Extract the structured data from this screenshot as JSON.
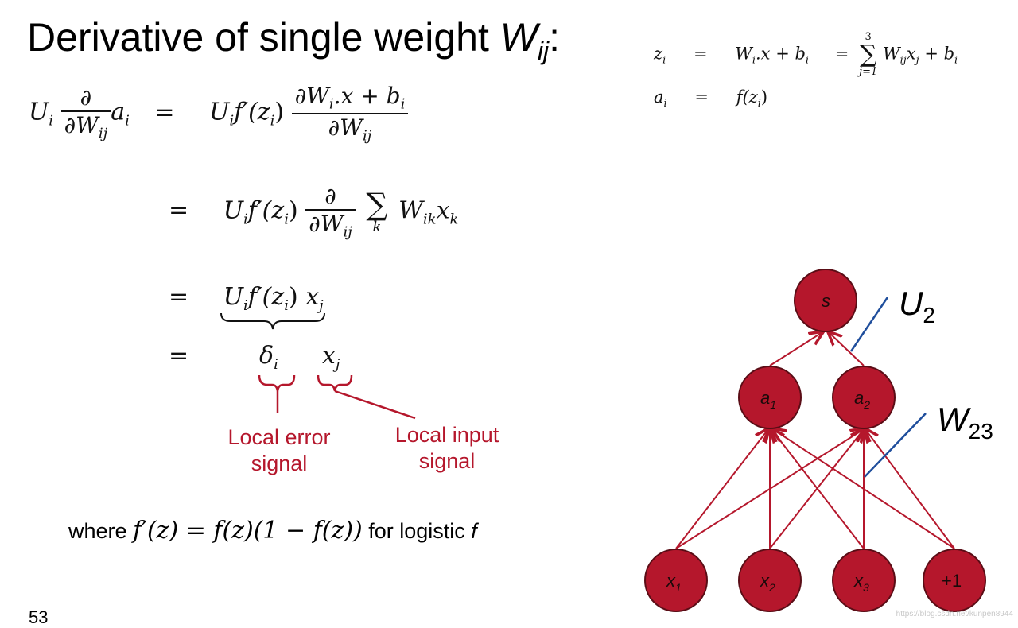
{
  "title": {
    "prefix": "Derivative of single weight ",
    "var": "W",
    "sub": "ij",
    "suffix": ":"
  },
  "definitions": {
    "z_lhs": "z",
    "z_lhs_sub": "i",
    "z_rhs1": "W",
    "z_rhs1_rest": ".x + b",
    "z_sum_top": "3",
    "z_sum_bottom": "j=1",
    "z_rhs2": "W",
    "z_rhs2_rest": "x",
    "a_lhs": "a",
    "a_rhs": "f(z",
    "eq": "="
  },
  "derivation": {
    "eq": "=",
    "line1_lhs_U": "U",
    "partial": "∂",
    "dW": "∂W",
    "a": "a",
    "Uf": "U",
    "fprime": "f′(z",
    "line1_num": "∂W",
    "line1_num_rest": ".x + b",
    "line2_sum": "∑",
    "line2_sum_sub": "k",
    "line2_term": "W",
    "line2_term_x": "x",
    "x": "x",
    "delta": "δ"
  },
  "annotations": {
    "local_error": "Local error\nsignal",
    "local_input": "Local input\nsignal"
  },
  "footnote": {
    "where": "where ",
    "formula": "f′(z) = f(z)(1 − f(z))",
    "tail": " for logistic ",
    "f": "f"
  },
  "page_number": "53",
  "watermark": "https://blog.csdn.net/kunpen8944",
  "network": {
    "output": "s",
    "hidden": [
      "a1",
      "a2"
    ],
    "inputs": [
      "x1",
      "x2",
      "x3",
      "+1"
    ],
    "label_U": "U",
    "label_U_sub": "2",
    "label_W": "W",
    "label_W_sub": "23",
    "node_color": "#b5172c",
    "edge_color": "#b5172c",
    "pointer_color": "#1f4e9c"
  }
}
